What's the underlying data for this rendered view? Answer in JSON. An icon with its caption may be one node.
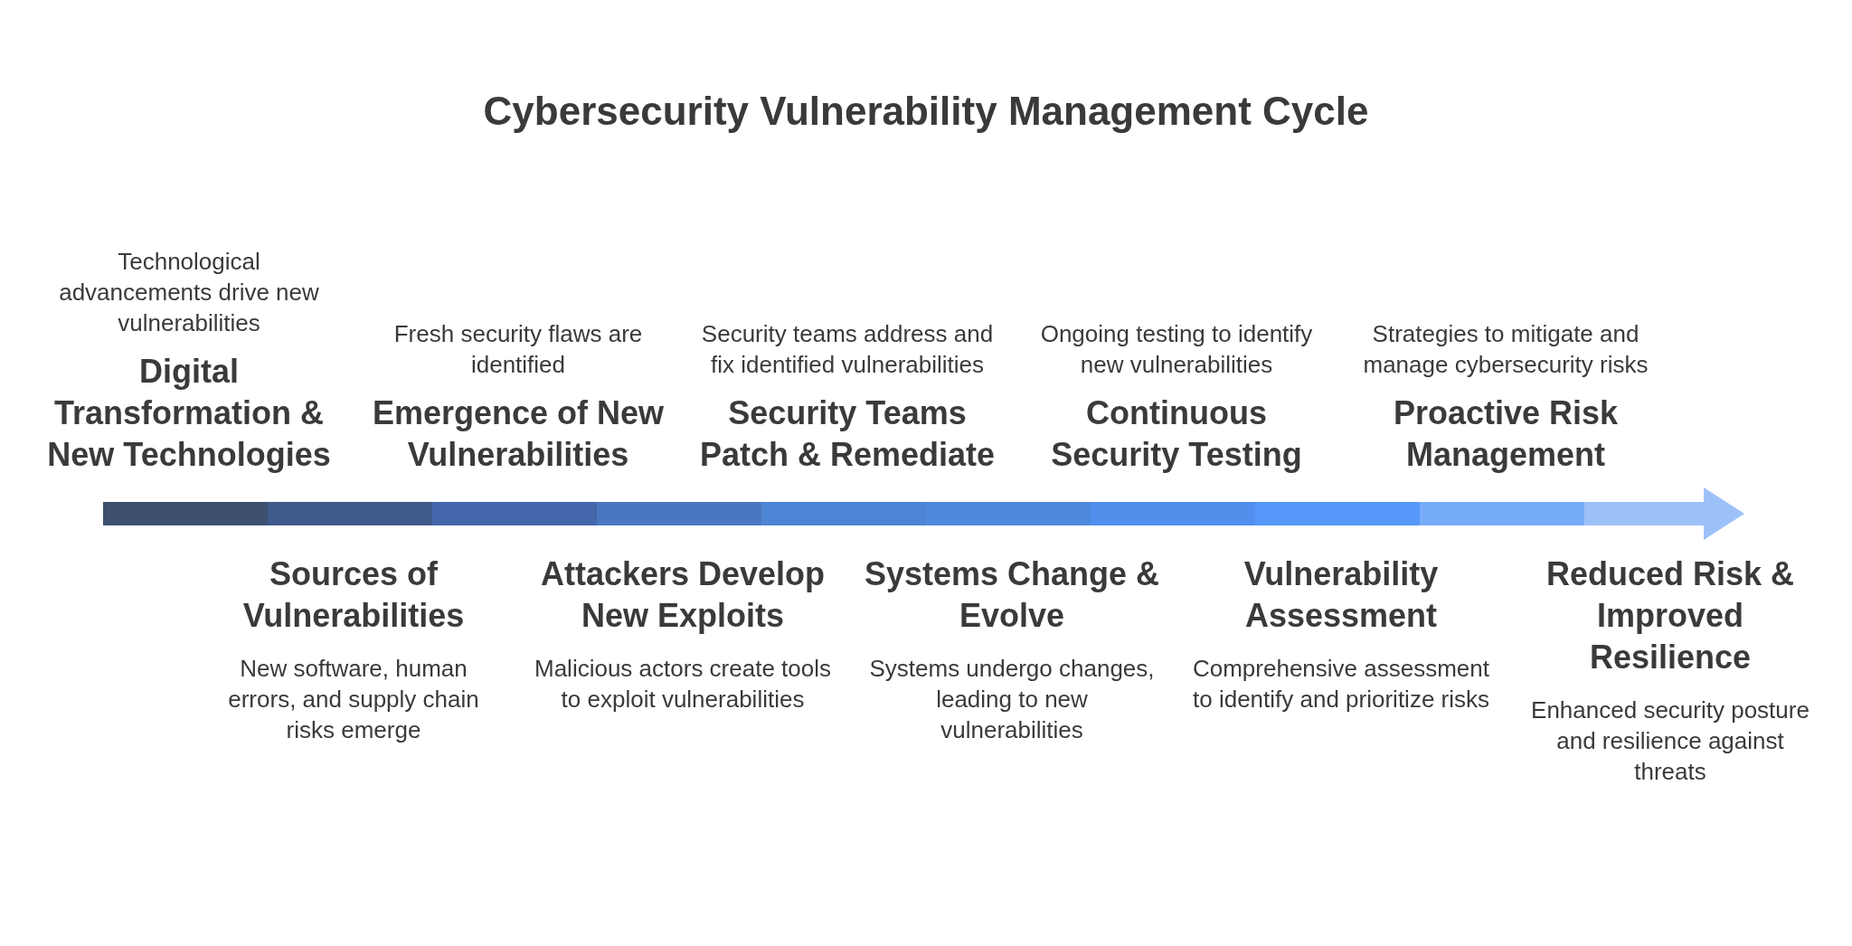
{
  "diagram": {
    "title": "Cybersecurity Vulnerability Management Cycle",
    "nodes": [
      {
        "text": [
          "Technological advancements drive new vulnerabilities",
          "Digital Transformation & New Technologies"
        ]
      },
      {
        "text": [
          "Sources of Vulnerabilities",
          "New software, human errors, and supply chain risks emerge"
        ]
      },
      {
        "text": [
          "Fresh security flaws are identified",
          "Emergence of New Vulnerabilities"
        ]
      },
      {
        "text": [
          "Attackers Develop New Exploits",
          "Malicious actors create tools to exploit vulnerabilities"
        ]
      },
      {
        "text": [
          "Security teams address and fix identified vulnerabilities",
          "Security Teams Patch & Remediate"
        ]
      },
      {
        "text": [
          "Systems Change & Evolve",
          "Systems undergo changes, leading to new vulnerabilities"
        ]
      },
      {
        "text": [
          "Ongoing testing to identify new vulnerabilities",
          "Continuous Security Testing"
        ]
      },
      {
        "text": [
          "Vulnerability Assessment",
          "Comprehensive assessment to identify and prioritize risks"
        ]
      },
      {
        "text": [
          "Strategies to mitigate and manage cybersecurity risks",
          "Proactive Risk Management"
        ]
      },
      {
        "text": [
          "Reduced Risk & Improved Resilience",
          "Enhanced security posture and resilience against threats"
        ]
      }
    ]
  }
}
